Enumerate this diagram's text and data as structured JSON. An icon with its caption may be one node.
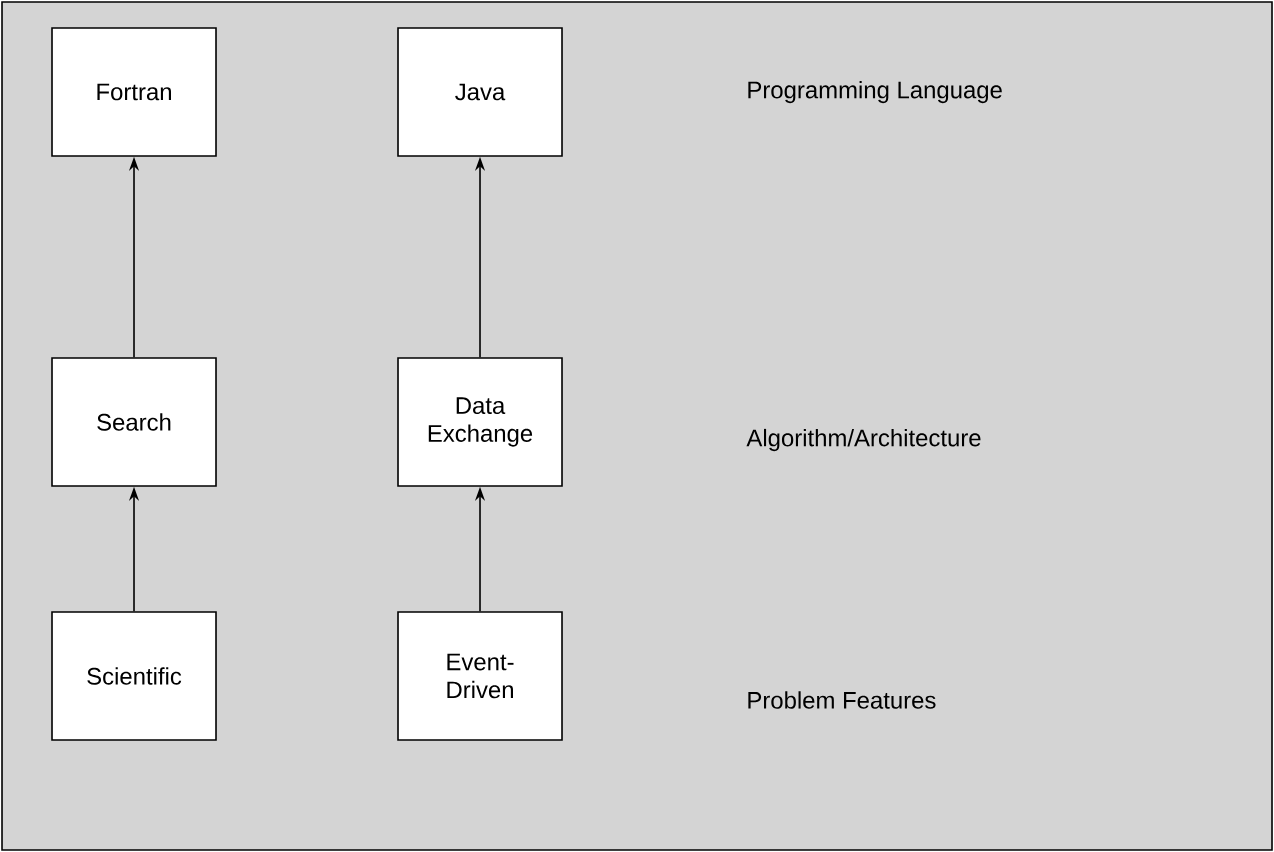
{
  "diagram": {
    "nodes": [
      {
        "text": [
          "Fortran"
        ]
      },
      {
        "text": [
          "Java"
        ]
      },
      {
        "text": [
          "Search"
        ]
      },
      {
        "text": [
          "Data Exchange"
        ]
      },
      {
        "text": [
          "Scientific"
        ]
      },
      {
        "text": [
          "Event-Driven"
        ]
      }
    ],
    "edges": [
      {
        "from": 4,
        "to": 2,
        "arrow": "to"
      },
      {
        "from": 2,
        "to": 0,
        "arrow": "to"
      },
      {
        "from": 5,
        "to": 3,
        "arrow": "to"
      },
      {
        "from": 3,
        "to": 1,
        "arrow": "to"
      }
    ],
    "labels": [
      "Programming Language",
      "Algorithm/Architecture",
      "Problem Features"
    ]
  }
}
